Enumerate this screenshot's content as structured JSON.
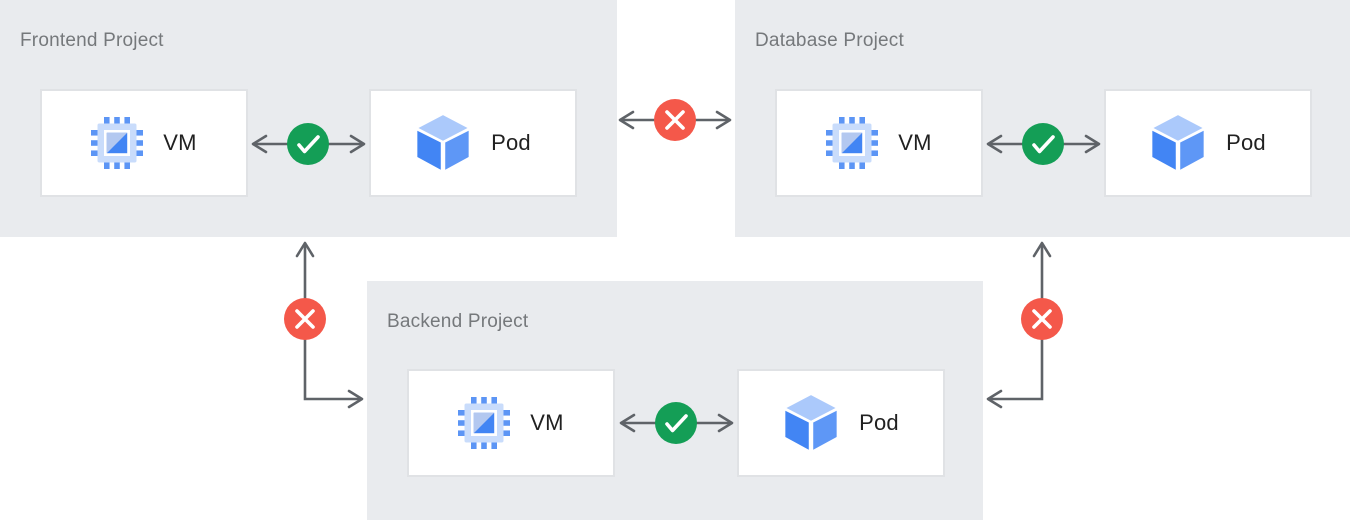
{
  "palette": {
    "page_bg": "#ffffff",
    "panel_bg": "#e9ebee",
    "card_bg": "#ffffff",
    "card_border": "#e0e2e5",
    "arrow_gray": "#5f6368",
    "allowed_green": "#149e56",
    "blocked_red": "#f4584a",
    "title_text": "#75787b",
    "node_text": "#212121",
    "icon_blue": "#4285f4",
    "icon_medium_blue": "#5c95f5",
    "icon_light_blue": "#abc9fb"
  },
  "projects": [
    {
      "id": "frontend",
      "title": "Frontend Project",
      "nodes": [
        {
          "label": "VM",
          "icon": "compute-engine-vm-icon"
        },
        {
          "label": "Pod",
          "icon": "kubernetes-pod-icon"
        }
      ],
      "internal_connection": {
        "between": [
          "VM",
          "Pod"
        ],
        "status": "allowed",
        "icon": "check-icon",
        "arrow": "bidirectional"
      }
    },
    {
      "id": "database",
      "title": "Database Project",
      "nodes": [
        {
          "label": "VM",
          "icon": "compute-engine-vm-icon"
        },
        {
          "label": "Pod",
          "icon": "kubernetes-pod-icon"
        }
      ],
      "internal_connection": {
        "between": [
          "VM",
          "Pod"
        ],
        "status": "allowed",
        "icon": "check-icon",
        "arrow": "bidirectional"
      }
    },
    {
      "id": "backend",
      "title": "Backend Project",
      "nodes": [
        {
          "label": "VM",
          "icon": "compute-engine-vm-icon"
        },
        {
          "label": "Pod",
          "icon": "kubernetes-pod-icon"
        }
      ],
      "internal_connection": {
        "between": [
          "VM",
          "Pod"
        ],
        "status": "allowed",
        "icon": "check-icon",
        "arrow": "bidirectional"
      }
    }
  ],
  "cross_project_connections": [
    {
      "from": "Frontend Project",
      "to": "Database Project",
      "status": "blocked",
      "icon": "cross-icon",
      "arrow": "bidirectional-horizontal"
    },
    {
      "from": "Frontend Project",
      "to": "Backend Project",
      "status": "blocked",
      "icon": "cross-icon",
      "arrow": "bidirectional-elbow"
    },
    {
      "from": "Database Project",
      "to": "Backend Project",
      "status": "blocked",
      "icon": "cross-icon",
      "arrow": "bidirectional-elbow"
    }
  ]
}
